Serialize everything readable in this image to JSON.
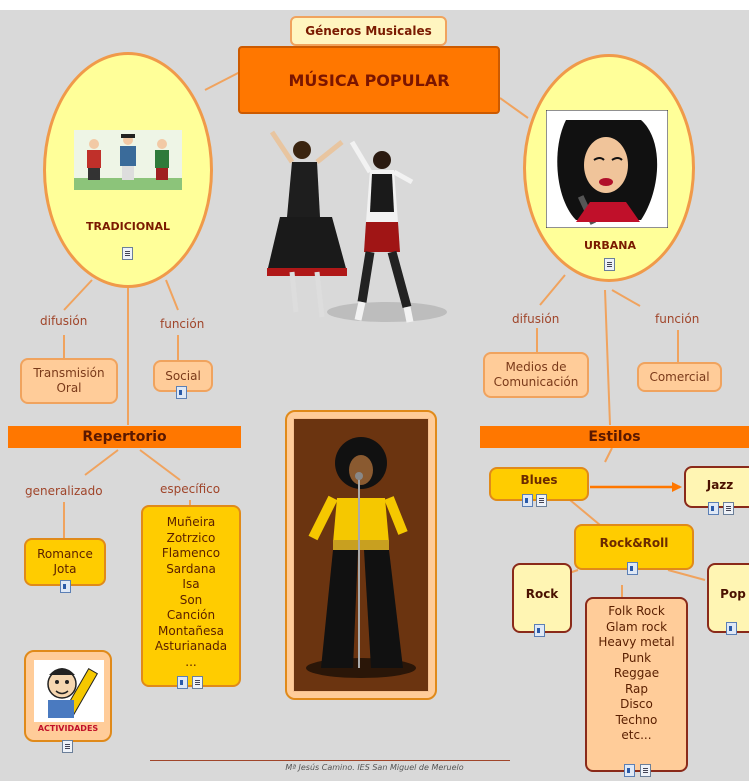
{
  "header": {
    "title_small": "Géneros Musicales",
    "title_main": "MÚSICA POPULAR"
  },
  "tradicional": {
    "title": "TRADICIONAL",
    "difusion_label": "difusión",
    "funcion_label": "función",
    "difusion_box": [
      "Transmisión",
      "Oral"
    ],
    "funcion_box": "Social"
  },
  "urbana": {
    "title": "URBANA",
    "difusion_label": "difusión",
    "funcion_label": "función",
    "difusion_box": [
      "Medios de",
      "Comunicación"
    ],
    "funcion_box": "Comercial"
  },
  "repertorio": {
    "title": "Repertorio",
    "generalizado_label": "generalizado",
    "especifico_label": "específico",
    "generalizado_items": [
      "Romance",
      "Jota"
    ],
    "especifico_items": [
      "Muñeira",
      "Zotrzico",
      "Flamenco",
      "Sardana",
      "Isa",
      "Son",
      "Canción",
      "Montañesa",
      "Asturianada",
      "..."
    ]
  },
  "estilos": {
    "title": "Estilos",
    "blues": "Blues",
    "jazz": "Jazz",
    "rockroll": "Rock&Roll",
    "rock": "Rock",
    "pop": "Pop",
    "rock_styles": [
      "Folk Rock",
      "Glam rock",
      "Heavy metal",
      "Punk",
      "Reggae",
      "Rap",
      "Disco",
      "Techno",
      "etc..."
    ]
  },
  "actividades": {
    "label": "ACTIVIDADES"
  },
  "footer": {
    "credit": "Mª Jesús Camino. IES San Miguel de Meruelo"
  },
  "colors": {
    "orange": "#ff7700",
    "peach": "#ffcc99",
    "yellow": "#ffcc00",
    "ellipse": "#ffff99",
    "background": "#d9d9d9"
  },
  "icons": [
    "speaker-icon",
    "document-icon",
    "pencil-mascot-icon",
    "dancers-image",
    "singer-image",
    "folk-figures-image",
    "soul-singer-image"
  ]
}
